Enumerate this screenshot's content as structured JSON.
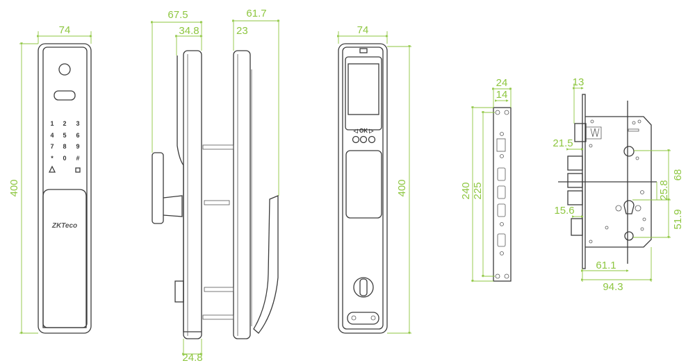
{
  "colors": {
    "dimension": "#8dc63f",
    "outline": "#3a3a3a"
  },
  "front_view": {
    "width_dim": "74",
    "height_dim": "400",
    "keypad": [
      "1",
      "2",
      "3",
      "4",
      "5",
      "6",
      "7",
      "8",
      "9",
      "*",
      "0",
      "#"
    ],
    "logo": "ZKTeco"
  },
  "side_view": {
    "dims": {
      "overall_left": "67.5",
      "inner_left": "34.8",
      "bottom": "24.8",
      "overall_right": "61.7",
      "inner_right": "23"
    }
  },
  "back_view": {
    "width_dim": "74",
    "height_dim": "400",
    "ok_label": "◁ OK ▷"
  },
  "strike_plate": {
    "width_outer": "24",
    "width_inner": "14",
    "height_outer": "240",
    "height_inner": "225"
  },
  "mortise": {
    "faceplate": "13",
    "latch": "21.5",
    "bolt": "15.6",
    "backset": "61.1",
    "case_width": "94.3",
    "spindle_to_cylinder": "68",
    "center_offset": "25.8",
    "cylinder_to_screw": "51.9"
  }
}
